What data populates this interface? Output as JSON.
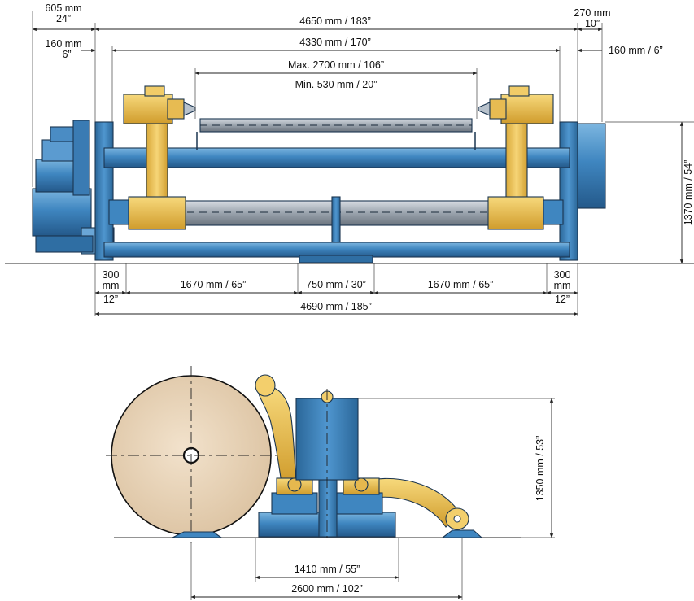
{
  "colors": {
    "frame_blue": "#3f86c0",
    "frame_blue_dark": "#2c6aa0",
    "frame_blue_light": "#79b3de",
    "arm_yellow": "#f0c55a",
    "arm_yellow_dark": "#d4a233",
    "shaft_grey": "#9aa3ad",
    "roll_beige": "#e8d2b4",
    "ground_line": "#555555"
  },
  "front_view": {
    "dim_605": {
      "line1": "605 mm",
      "line2": "24”"
    },
    "dim_160_left": {
      "line1": "160 mm",
      "line2": "6”"
    },
    "dim_4650": "4650 mm / 183”",
    "dim_4330": "4330 mm / 170”",
    "dim_270": {
      "line1": "270 mm",
      "line2": "10”"
    },
    "dim_160_right": "160 mm / 6”",
    "dim_max": "Max. 2700 mm / 106”",
    "dim_min": "Min. 530 mm / 20”",
    "dim_height": "1370 mm / 54”",
    "dim_300_left": {
      "line1": "300",
      "line2": "mm",
      "line3": "12”"
    },
    "dim_1670_left": "1670 mm / 65”",
    "dim_750": "750 mm / 30”",
    "dim_1670_right": "1670 mm / 65”",
    "dim_300_right": {
      "line1": "300",
      "line2": "mm",
      "line3": "12”"
    },
    "dim_4690": "4690 mm / 185”"
  },
  "side_view": {
    "dim_height": "1350 mm / 53”",
    "dim_1410": "1410 mm / 55”",
    "dim_2600": "2600 mm / 102”"
  }
}
